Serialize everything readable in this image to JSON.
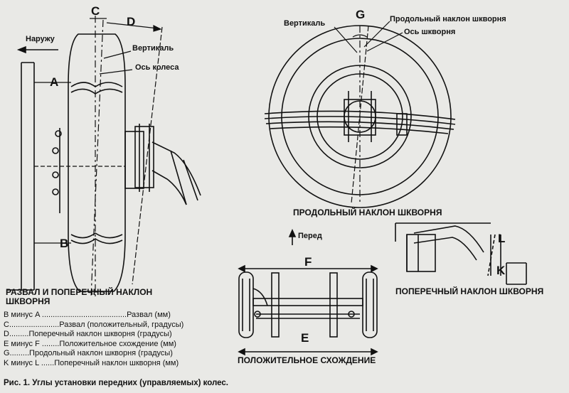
{
  "labels": {
    "out": "Наружу",
    "c": "C",
    "d": "D",
    "vertical": "Вертикаль",
    "wheel_axis": "Ось колеса",
    "a": "A",
    "b": "B",
    "g": "G",
    "vertical_top": "Вертикаль",
    "caster": "Продольный наклон шкворня",
    "kingpin_axis": "Ось шкворня",
    "front": "Перед",
    "f": "F",
    "e": "E",
    "l": "L",
    "k": "K"
  },
  "titles": {
    "camber": "РАЗВАЛ И ПОПЕРЕЧНЫЙ НАКЛОН\nШКВОРНЯ",
    "caster": "ПРОДОЛЬНЫЙ НАКЛОН ШКВОРНЯ",
    "toe": "ПОЛОЖИТЕЛЬНОЕ СХОЖДЕНИЕ",
    "kingpin": "ПОПЕРЕЧНЫЙ НАКЛОН ШКВОРНЯ"
  },
  "legend": [
    "B минус A .......................................Развал (мм)",
    "C.......................Развал (положительный, градусы)",
    "D.........Поперечный наклон шкворня (градусы)",
    "E минус F ........Положительное схождение (мм)",
    "G.........Продольный наклон шкворня (градусы)",
    "K минус L ......Поперечный наклон шкворня (мм)"
  ],
  "caption": "Рис. 1. Углы установки передних (управляемых) колес."
}
